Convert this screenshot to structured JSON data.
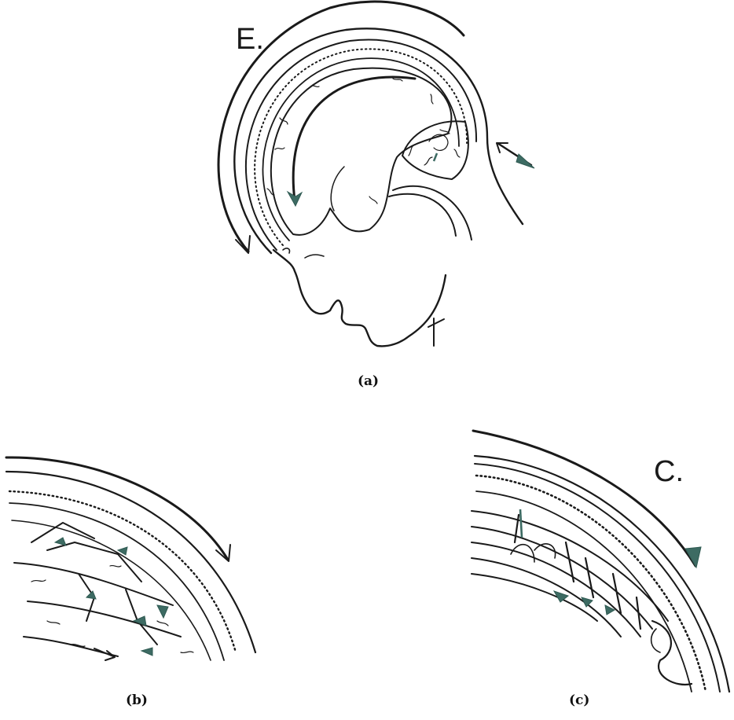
{
  "panels": [
    {
      "caption": "(a)",
      "letter": "E."
    },
    {
      "caption": "(b)",
      "letter": ""
    },
    {
      "caption": "(c)",
      "letter": "C."
    }
  ]
}
